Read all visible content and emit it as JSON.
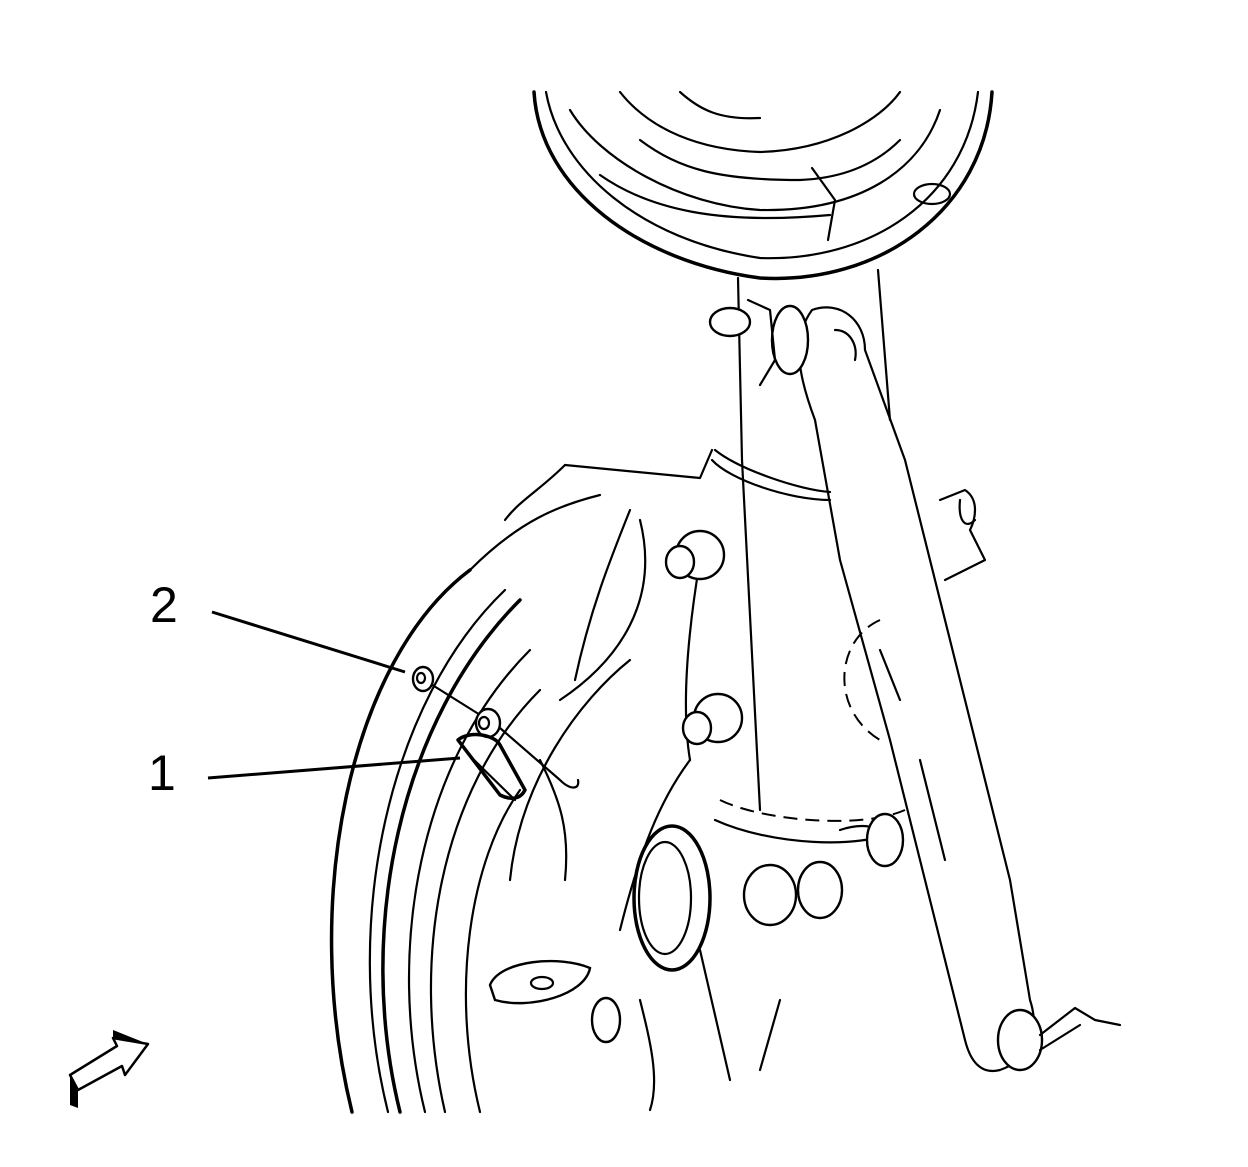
{
  "figure": {
    "type": "service-manual-line-illustration",
    "subject": "front suspension strut, knuckle, brake rotor and stabilizer link"
  },
  "callouts": [
    {
      "id": "1",
      "label": "1",
      "target": "wheel speed sensor"
    },
    {
      "id": "2",
      "label": "2",
      "target": "wheel speed sensor bolt"
    }
  ],
  "icons": {
    "view_arrow": "view-direction-arrow-icon"
  },
  "colors": {
    "line": "#000000",
    "background": "#ffffff"
  }
}
